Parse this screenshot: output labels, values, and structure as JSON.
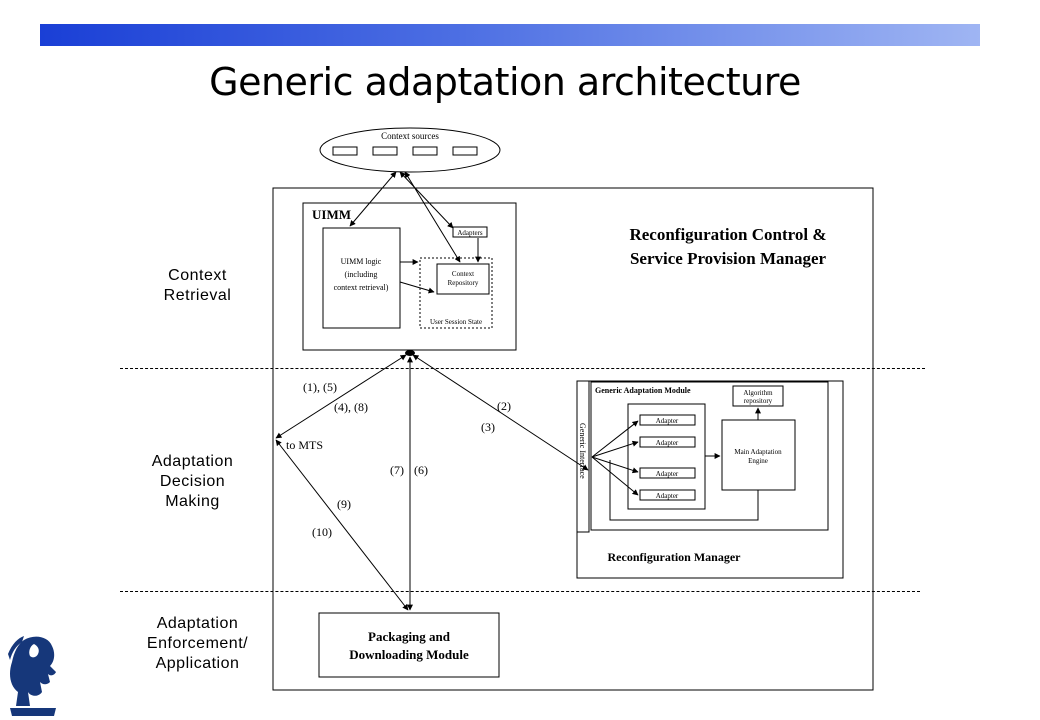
{
  "slide": {
    "title": "Generic adaptation architecture"
  },
  "side_labels": {
    "context_retrieval": [
      "Context",
      "Retrieval"
    ],
    "decision_making": [
      "Adaptation",
      "Decision",
      "Making"
    ],
    "enforcement": [
      "Adaptation",
      "Enforcement/",
      "Application"
    ]
  },
  "diagram": {
    "context_sources": "Context sources",
    "uimm": "UIMM",
    "uimm_logic": [
      "UIMM logic",
      "(including",
      "context retrieval)"
    ],
    "adapters": "Adapters",
    "context_repository": [
      "Context",
      "Repository"
    ],
    "user_session_state": "User Session State",
    "rcspm": [
      "Reconfiguration Control &",
      "Service Provision Manager"
    ],
    "generic_adaptation_module": "Generic Adaptation Module",
    "algorithm_repository": [
      "Algorithm",
      "repository"
    ],
    "adapter": "Adapter",
    "main_adaptation_engine": [
      "Main Adaptation",
      "Engine"
    ],
    "generic_interface": "Generic Interface",
    "reconfiguration_manager": "Reconfiguration Manager",
    "packaging_module": [
      "Packaging and",
      "Downloading Module"
    ],
    "to_mts": "to MTS",
    "labels": {
      "l1_5": "(1), (5)",
      "l4_8": "(4), (8)",
      "l2": "(2)",
      "l3": "(3)",
      "l7": "(7)",
      "l6": "(6)",
      "l9": "(9)",
      "l10": "(10)"
    }
  }
}
